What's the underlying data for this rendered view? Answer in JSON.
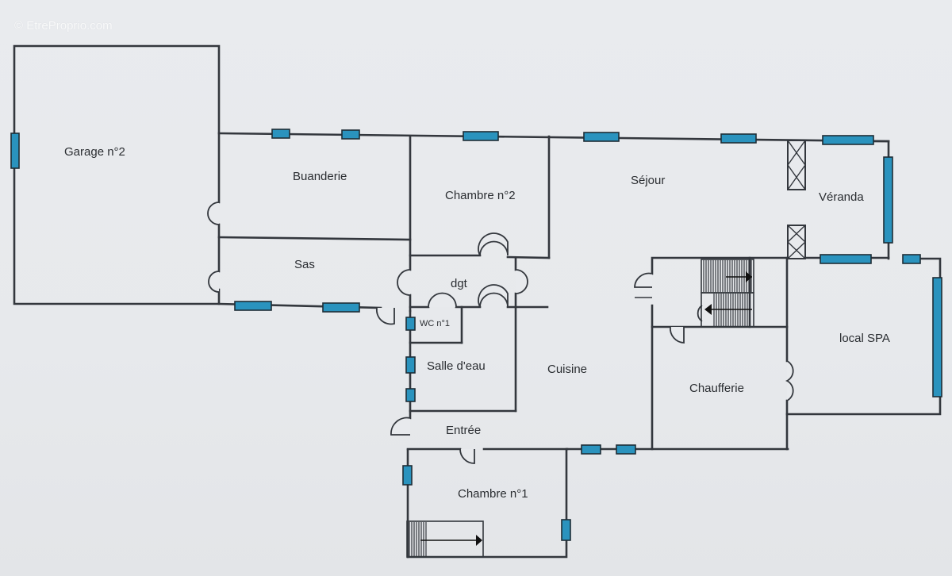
{
  "watermark": "© EtreProprio.com",
  "rooms": {
    "garage": "Garage n°2",
    "buanderie": "Buanderie",
    "chambre2": "Chambre n°2",
    "sejour": "Séjour",
    "veranda": "Véranda",
    "sas": "Sas",
    "dgt": "dgt",
    "wc": "WC n°1",
    "salle_eau": "Salle d'eau",
    "cuisine": "Cuisine",
    "chaufferie": "Chaufferie",
    "local_spa": "local SPA",
    "entree": "Entrée",
    "chambre1": "Chambre n°1"
  },
  "colors": {
    "window": "#2a93be",
    "wall": "#33373d",
    "background": "#e8eaed"
  }
}
